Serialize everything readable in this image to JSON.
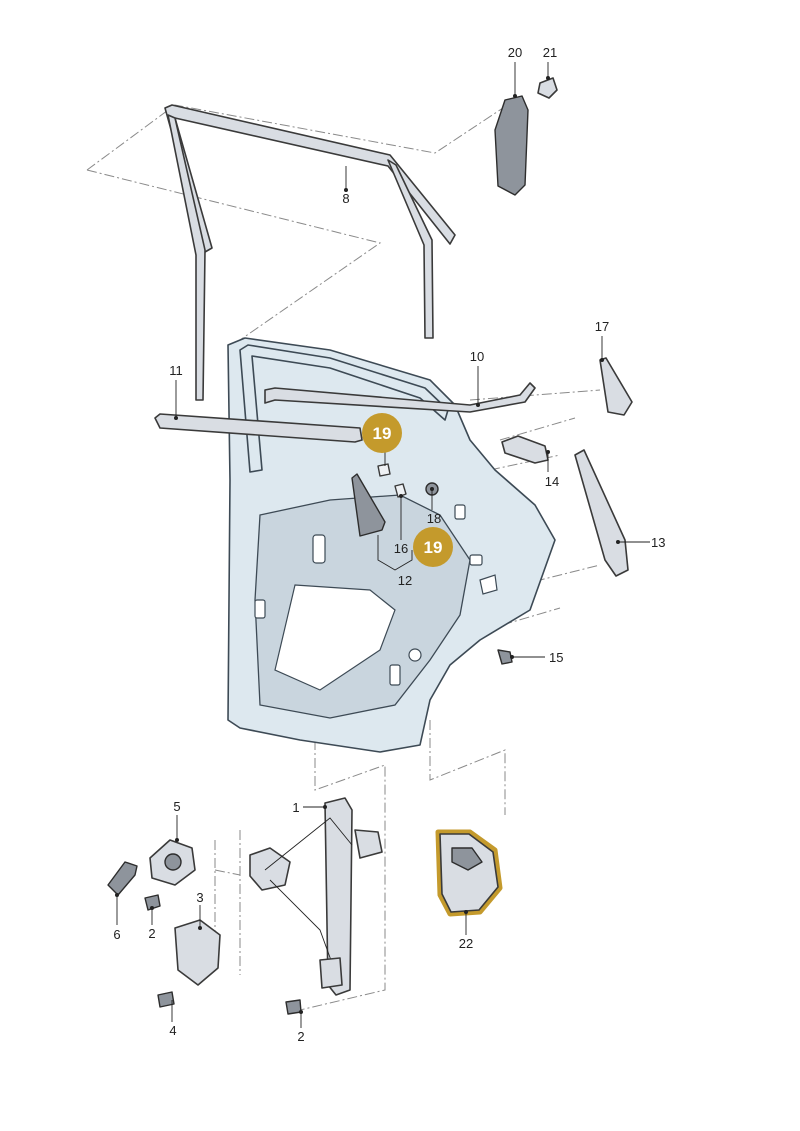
{
  "colors": {
    "badge_fill": "#c49a2c",
    "highlight_outline": "#c49a2c",
    "part_fill": "#d9dde3",
    "door_fill": "#dde8ef"
  },
  "labels": {
    "p1": "1",
    "p2a": "2",
    "p2b": "2",
    "p3": "3",
    "p4": "4",
    "p5": "5",
    "p6": "6",
    "p8": "8",
    "p10": "10",
    "p11": "11",
    "p12": "12",
    "p13": "13",
    "p14": "14",
    "p15": "15",
    "p16": "16",
    "p17": "17",
    "p18": "18",
    "p20": "20",
    "p21": "21",
    "p22": "22"
  },
  "badges": {
    "b1": "19",
    "b2": "19"
  }
}
